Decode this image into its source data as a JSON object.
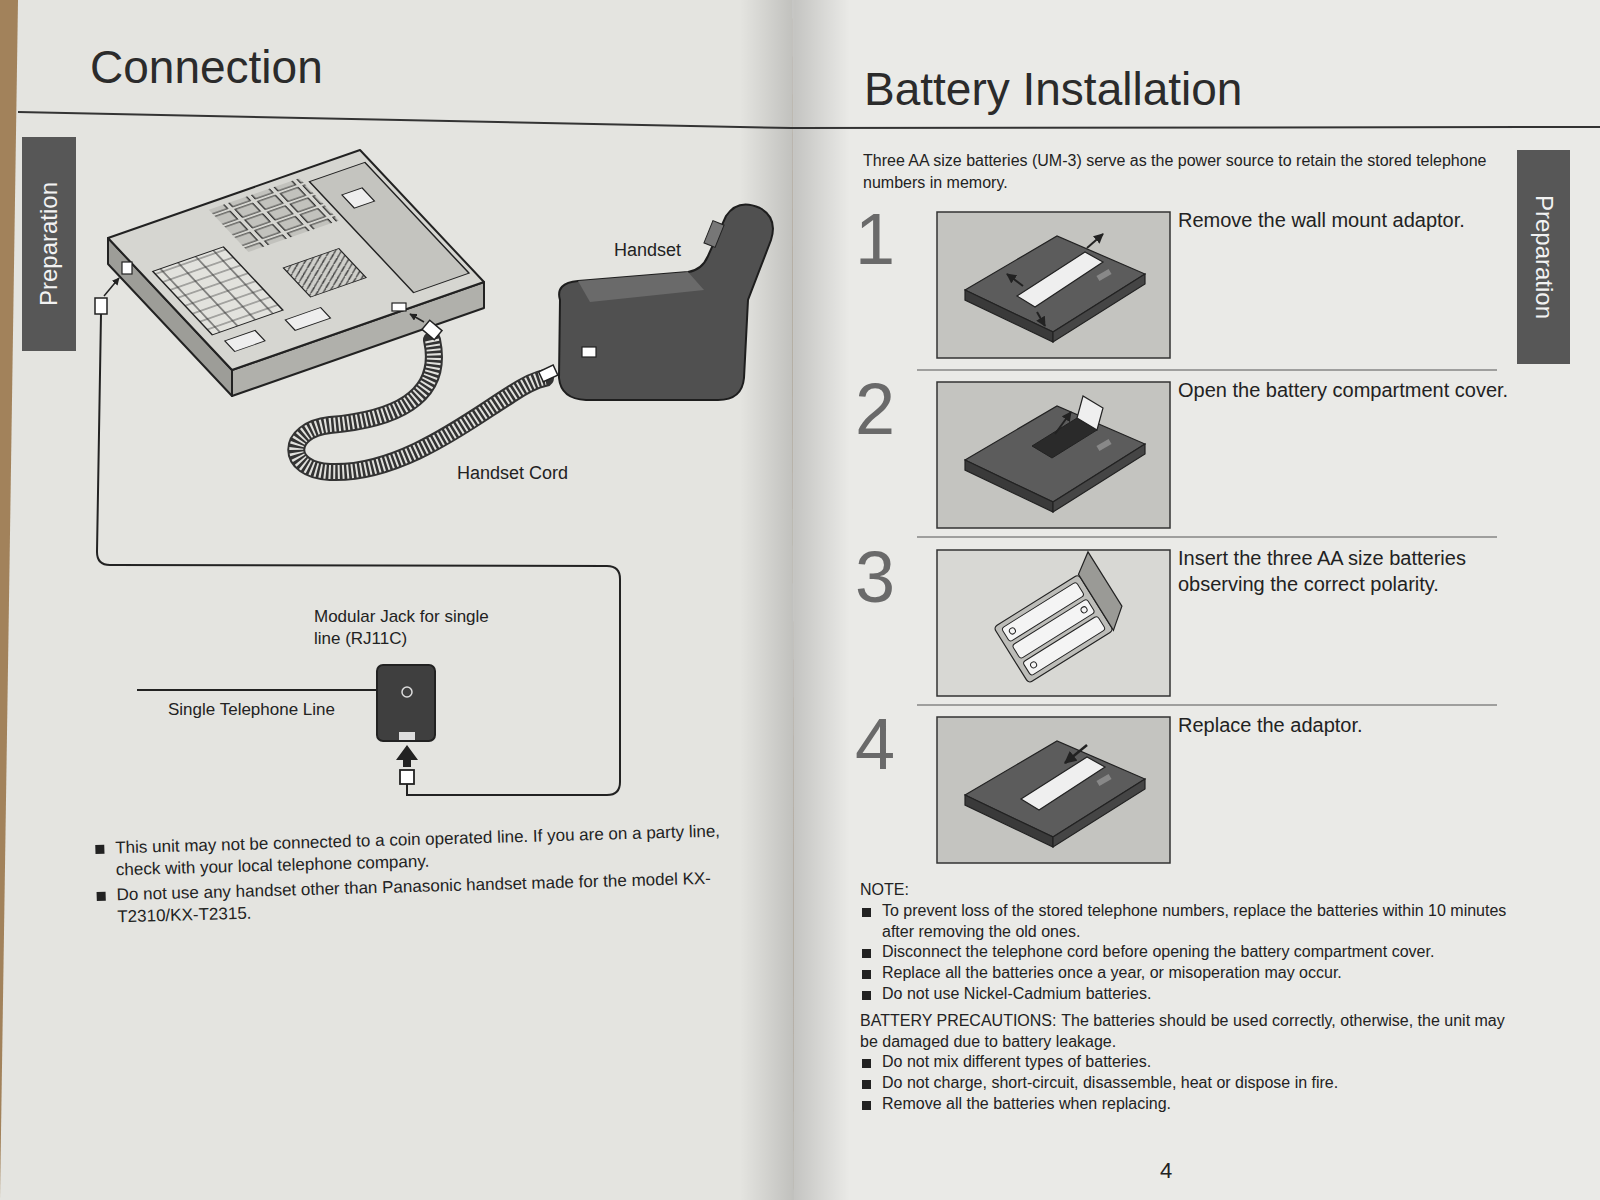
{
  "diagram": {
    "nodes": [
      {
        "text": [
          "Preparation"
        ]
      },
      {
        "text": [
          "Preparation"
        ]
      },
      {
        "text": [
          "1",
          "Remove the wall mount adaptor."
        ]
      },
      {
        "text": [
          "2",
          "Open the battery compartment cover."
        ]
      },
      {
        "text": [
          "3",
          "Insert the three AA size batteries observing the correct polarity."
        ]
      },
      {
        "text": [
          "4",
          "Replace the adaptor."
        ]
      }
    ],
    "labels": [
      "Connection",
      "Handset",
      "Handset Cord",
      "Modular Jack for single line (RJ11C)",
      "Single Telephone Line",
      "This unit may not be connected to a coin operated line. If you are on a party line, check with your local telephone company.",
      "Do not use any handset other than Panasonic handset made for the model KX-T2310/KX-T2315.",
      "Battery Installation",
      "Three AA size batteries (UM-3) serve as the power source to retain the stored telephone numbers in memory.",
      "NOTE:",
      "To prevent loss of the stored telephone numbers, replace the batteries within 10 minutes after removing the old ones.",
      "Disconnect the telephone cord before opening the battery compartment cover.",
      "Replace all the batteries once a year, or misoperation may occur.",
      "Do not use Nickel-Cadmium batteries.",
      "BATTERY PRECAUTIONS:",
      "The batteries should be used correctly, otherwise, the unit may be damaged due to battery leakage.",
      "Do not mix different types of batteries.",
      "Do not charge, short-circuit, disassemble, heat or dispose in fire.",
      "Remove all the batteries when replacing.",
      "4"
    ]
  }
}
